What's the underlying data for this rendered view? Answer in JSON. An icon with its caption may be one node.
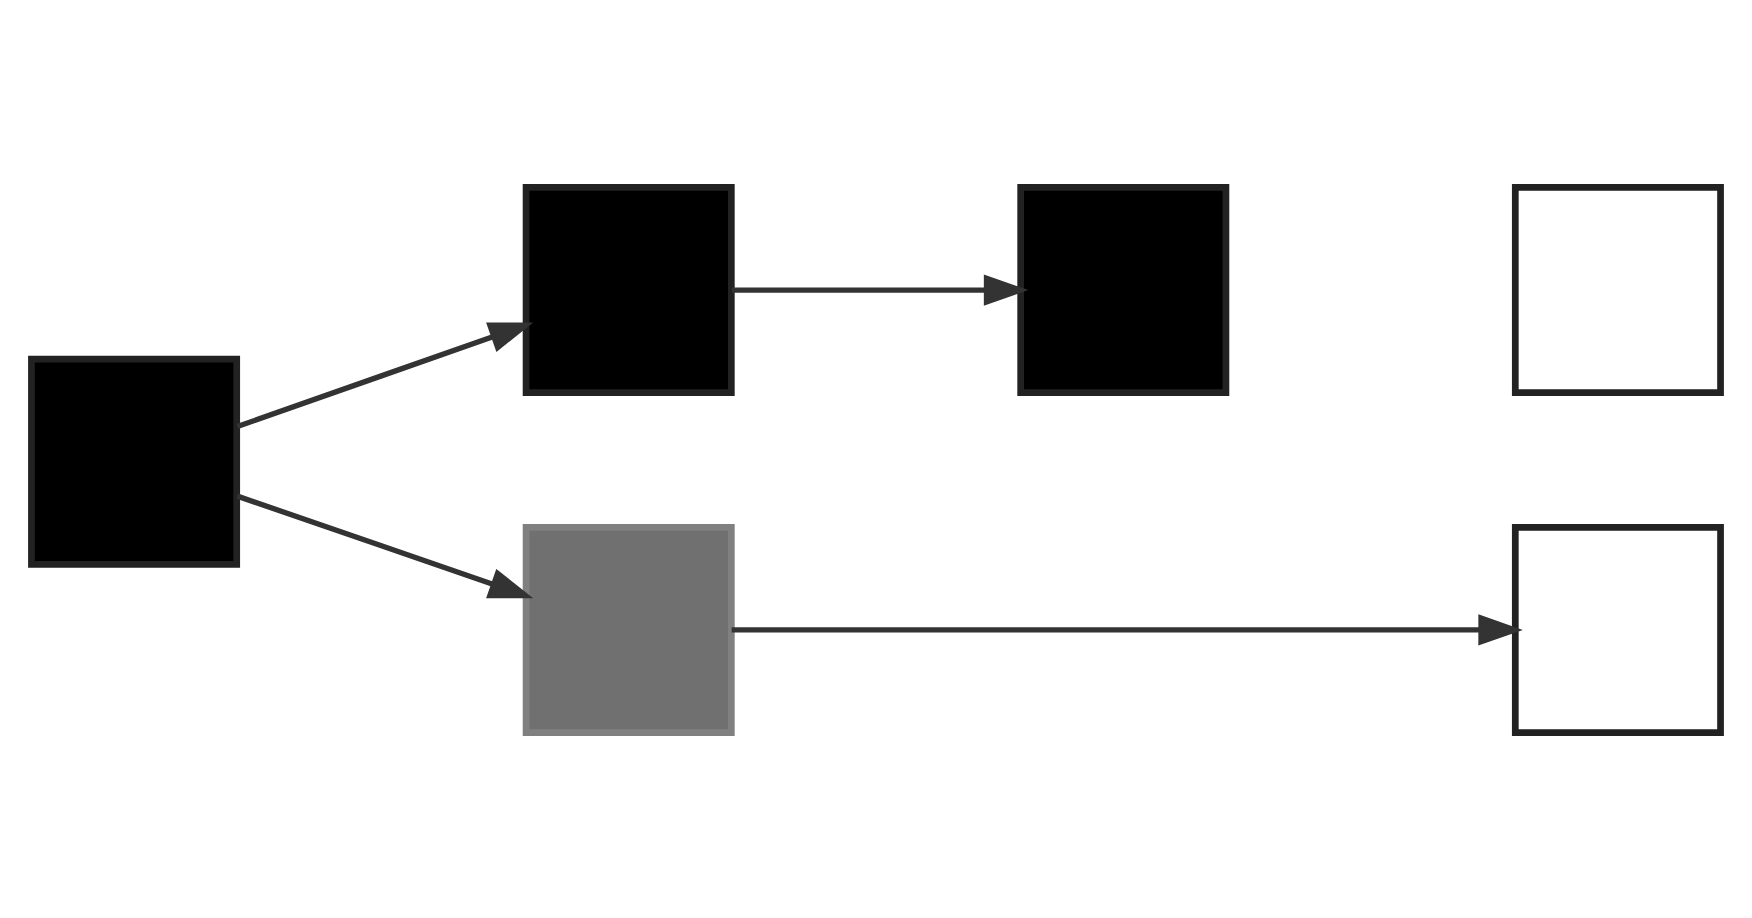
{
  "diagram": {
    "nodes": [
      {
        "text": [],
        "shape": "box"
      },
      {
        "text": [],
        "shape": "box"
      },
      {
        "text": [],
        "shape": "box"
      },
      {
        "text": [],
        "shape": "box"
      },
      {
        "text": [],
        "shape": "box"
      },
      {
        "text": [],
        "shape": "box"
      }
    ],
    "edges": [
      {
        "from": 0,
        "to": 1,
        "arrow": "to"
      },
      {
        "from": 1,
        "to": 3,
        "arrow": "to"
      },
      {
        "from": 0,
        "to": 2,
        "arrow": "to"
      },
      {
        "from": 2,
        "to": 5,
        "arrow": "to"
      }
    ]
  }
}
